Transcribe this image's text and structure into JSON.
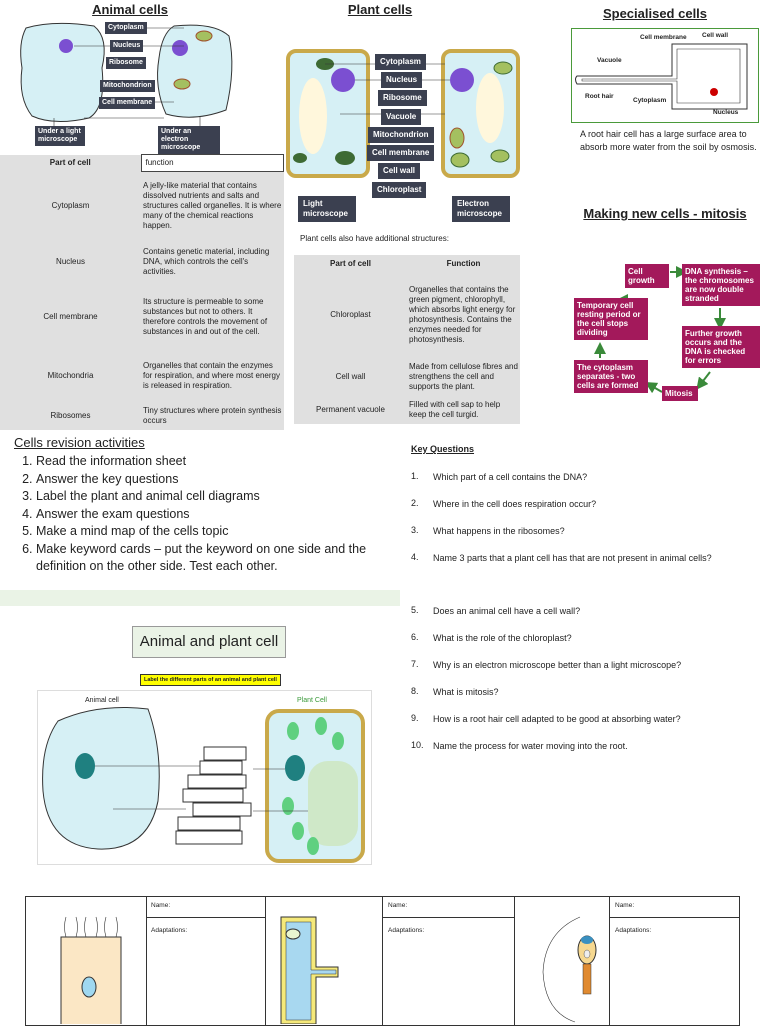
{
  "animal": {
    "title": "Animal cells",
    "labels": [
      "Cytoplasm",
      "Nucleus",
      "Ribosome",
      "Mitochondrion",
      "Cell membrane"
    ],
    "light_label": "Under a light microscope",
    "electron_label": "Under an electron microscope"
  },
  "plant": {
    "title": "Plant cells",
    "labels": [
      "Cytoplasm",
      "Nucleus",
      "Ribosome",
      "Vacuole",
      "Mitochondrion",
      "Cell membrane",
      "Cell wall",
      "Chloroplast"
    ],
    "light_label": "Light microscope",
    "electron_label": "Electron microscope",
    "additional_text": "Plant cells also have additional structures:"
  },
  "specialised": {
    "title": "Specialised cells",
    "labels": {
      "cell_membrane": "Cell membrane",
      "cell_wall": "Cell wall",
      "vacuole": "Vacuole",
      "root_hair": "Root hair",
      "cytoplasm": "Cytoplasm",
      "nucleus": "Nucleus"
    },
    "description": "A root hair cell has a large surface area to absorb more water from the soil by osmosis."
  },
  "animal_table": {
    "headers": [
      "Part of cell",
      "function"
    ],
    "rows": [
      [
        "Cytoplasm",
        "A jelly-like material that contains dissolved nutrients and salts and structures called organelles. It is where many of the chemical reactions happen."
      ],
      [
        "Nucleus",
        "Contains genetic material, including DNA, which controls the cell's activities."
      ],
      [
        "Cell membrane",
        "Its structure is permeable to some substances but not to others. It therefore controls the movement of substances in and out of the cell."
      ],
      [
        "Mitochondria",
        "Organelles that contain the enzymes for respiration, and where most energy is released in respiration."
      ],
      [
        "Ribosomes",
        "Tiny structures where protein synthesis occurs"
      ]
    ]
  },
  "plant_table": {
    "headers": [
      "Part of cell",
      "Function"
    ],
    "rows": [
      [
        "Chloroplast",
        "Organelles that contains the green pigment, chlorophyll, which absorbs light energy for photosynthesis. Contains the enzymes needed for photosynthesis."
      ],
      [
        "Cell wall",
        "Made from cellulose fibres and strengthens the cell and supports the plant."
      ],
      [
        "Permanent vacuole",
        "Filled with cell sap to help keep the cell turgid."
      ]
    ]
  },
  "mitosis": {
    "title": "Making new cells - mitosis",
    "steps": {
      "growth": "Cell growth",
      "dna": "DNA synthesis – the chromosomes are now double stranded",
      "further": "Further growth occurs and the DNA is checked for errors",
      "mitosis": "Mitosis",
      "separates": "The cytoplasm separates - two cells are formed",
      "resting": "Temporary cell resting period or the cell stops dividing"
    }
  },
  "revision": {
    "title": "Cells revision activities",
    "items": [
      "Read the information sheet",
      "Answer the key questions",
      "Label the plant and animal cell diagrams",
      "Answer the exam questions",
      "Make a mind map of the cells topic",
      "Make keyword cards – put the keyword on one side and the definition on the other side.  Test each other."
    ]
  },
  "key_questions": {
    "title": "Key Questions",
    "items": [
      {
        "n": "1.",
        "t": "Which part of a cell contains the DNA?"
      },
      {
        "n": "2.",
        "t": "Where in the cell does respiration occur?"
      },
      {
        "n": "3.",
        "t": "What happens in the ribosomes?"
      },
      {
        "n": "4.",
        "t": "Name 3 parts that a plant cell has that are not present in animal cells?"
      },
      {
        "n": "5.",
        "t": "Does an animal cell have a cell wall?"
      },
      {
        "n": "6.",
        "t": "What is the role of the chloroplast?"
      },
      {
        "n": "7.",
        "t": "Why is an electron microscope better than a light microscope?"
      },
      {
        "n": "8.",
        "t": "What is mitosis?"
      },
      {
        "n": "9.",
        "t": "How is a root hair cell adapted to be good at absorbing water?"
      },
      {
        "n": "10.",
        "t": "Name the process for water moving into the root."
      }
    ]
  },
  "worksheet": {
    "title": "Animal and plant cell",
    "instruction": "Label the different parts of an animal and plant cell",
    "animal_label": "Animal cell",
    "plant_label": "Plant Cell"
  },
  "cards": {
    "name_label": "Name:",
    "adaptations_label": "Adaptations:"
  },
  "colors": {
    "accent": "#a3195b",
    "label_bg": "#3b4050",
    "cell_blue": "#d6f0f5",
    "nucleus": "#7b4fd1",
    "chloroplast": "#3e6b34",
    "wall": "#c9a94a"
  }
}
